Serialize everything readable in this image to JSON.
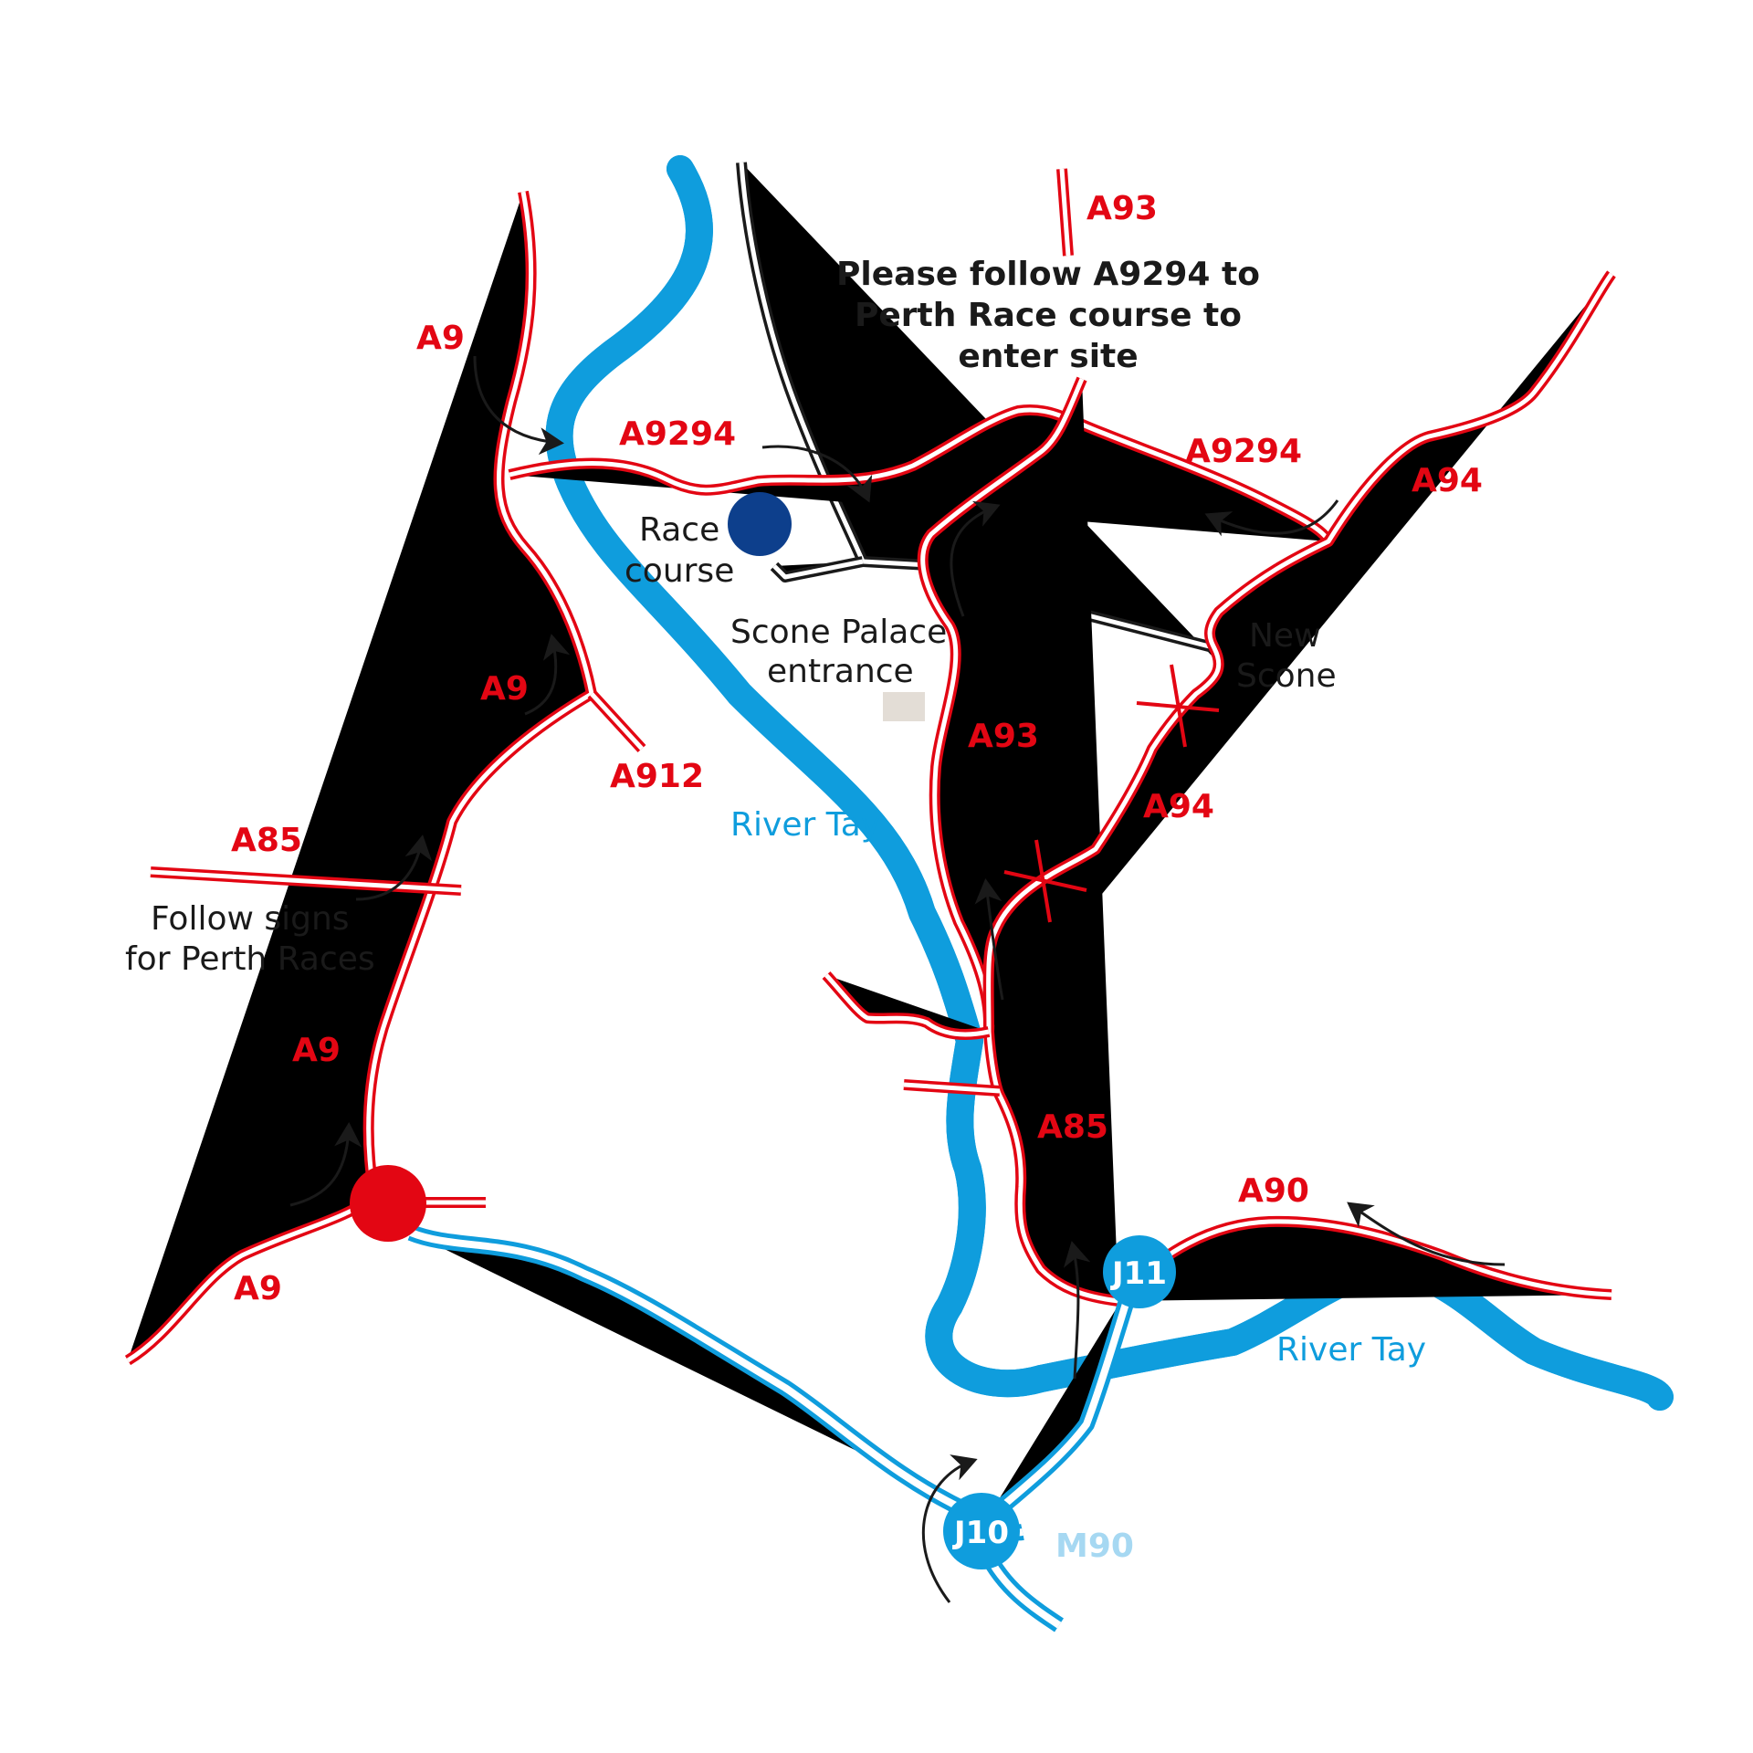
{
  "colors": {
    "road_red": "#e30613",
    "river_blue": "#0f9ddd",
    "river_fill": "#a6d8f2",
    "motorway_blue": "#0f9ddd",
    "racecourse_marker": "#0d3f8c",
    "roundabout_marker": "#e30613",
    "palace_marker": "#e3ddd6",
    "label_black": "#1a1a1a"
  },
  "notice": {
    "line1": "Please follow A9294 to",
    "line2": "Perth Race course to",
    "line3": "enter site"
  },
  "road_labels": {
    "a93_top": "A93",
    "a9_top": "A9",
    "a9294_left": "A9294",
    "a9294_right": "A9294",
    "a94_top": "A94",
    "a9_mid": "A9",
    "a912": "A912",
    "a93_mid": "A93",
    "a94_mid": "A94",
    "a85_left": "A85",
    "a9_lower": "A9",
    "a85_right": "A85",
    "a90": "A90",
    "a9_bottom": "A9",
    "m90": "M90"
  },
  "place_labels": {
    "racecourse_line1": "Race",
    "racecourse_line2": "course",
    "scone_line1": "Scone Palace",
    "scone_line2": "entrance",
    "new_scone_line1": "New",
    "new_scone_line2": "Scone",
    "river_tay_1": "River Tay",
    "river_tay_2": "River Tay",
    "follow_line1": "Follow signs",
    "follow_line2": "for Perth Races"
  },
  "junctions": {
    "j10": "J10",
    "j11": "J11"
  },
  "icons": {
    "racecourse": "blue-dot-marker",
    "roundabout": "red-dot-marker",
    "palace": "beige-square-marker",
    "closed_road": "red-cross-marker",
    "direction": "curved-arrow"
  }
}
